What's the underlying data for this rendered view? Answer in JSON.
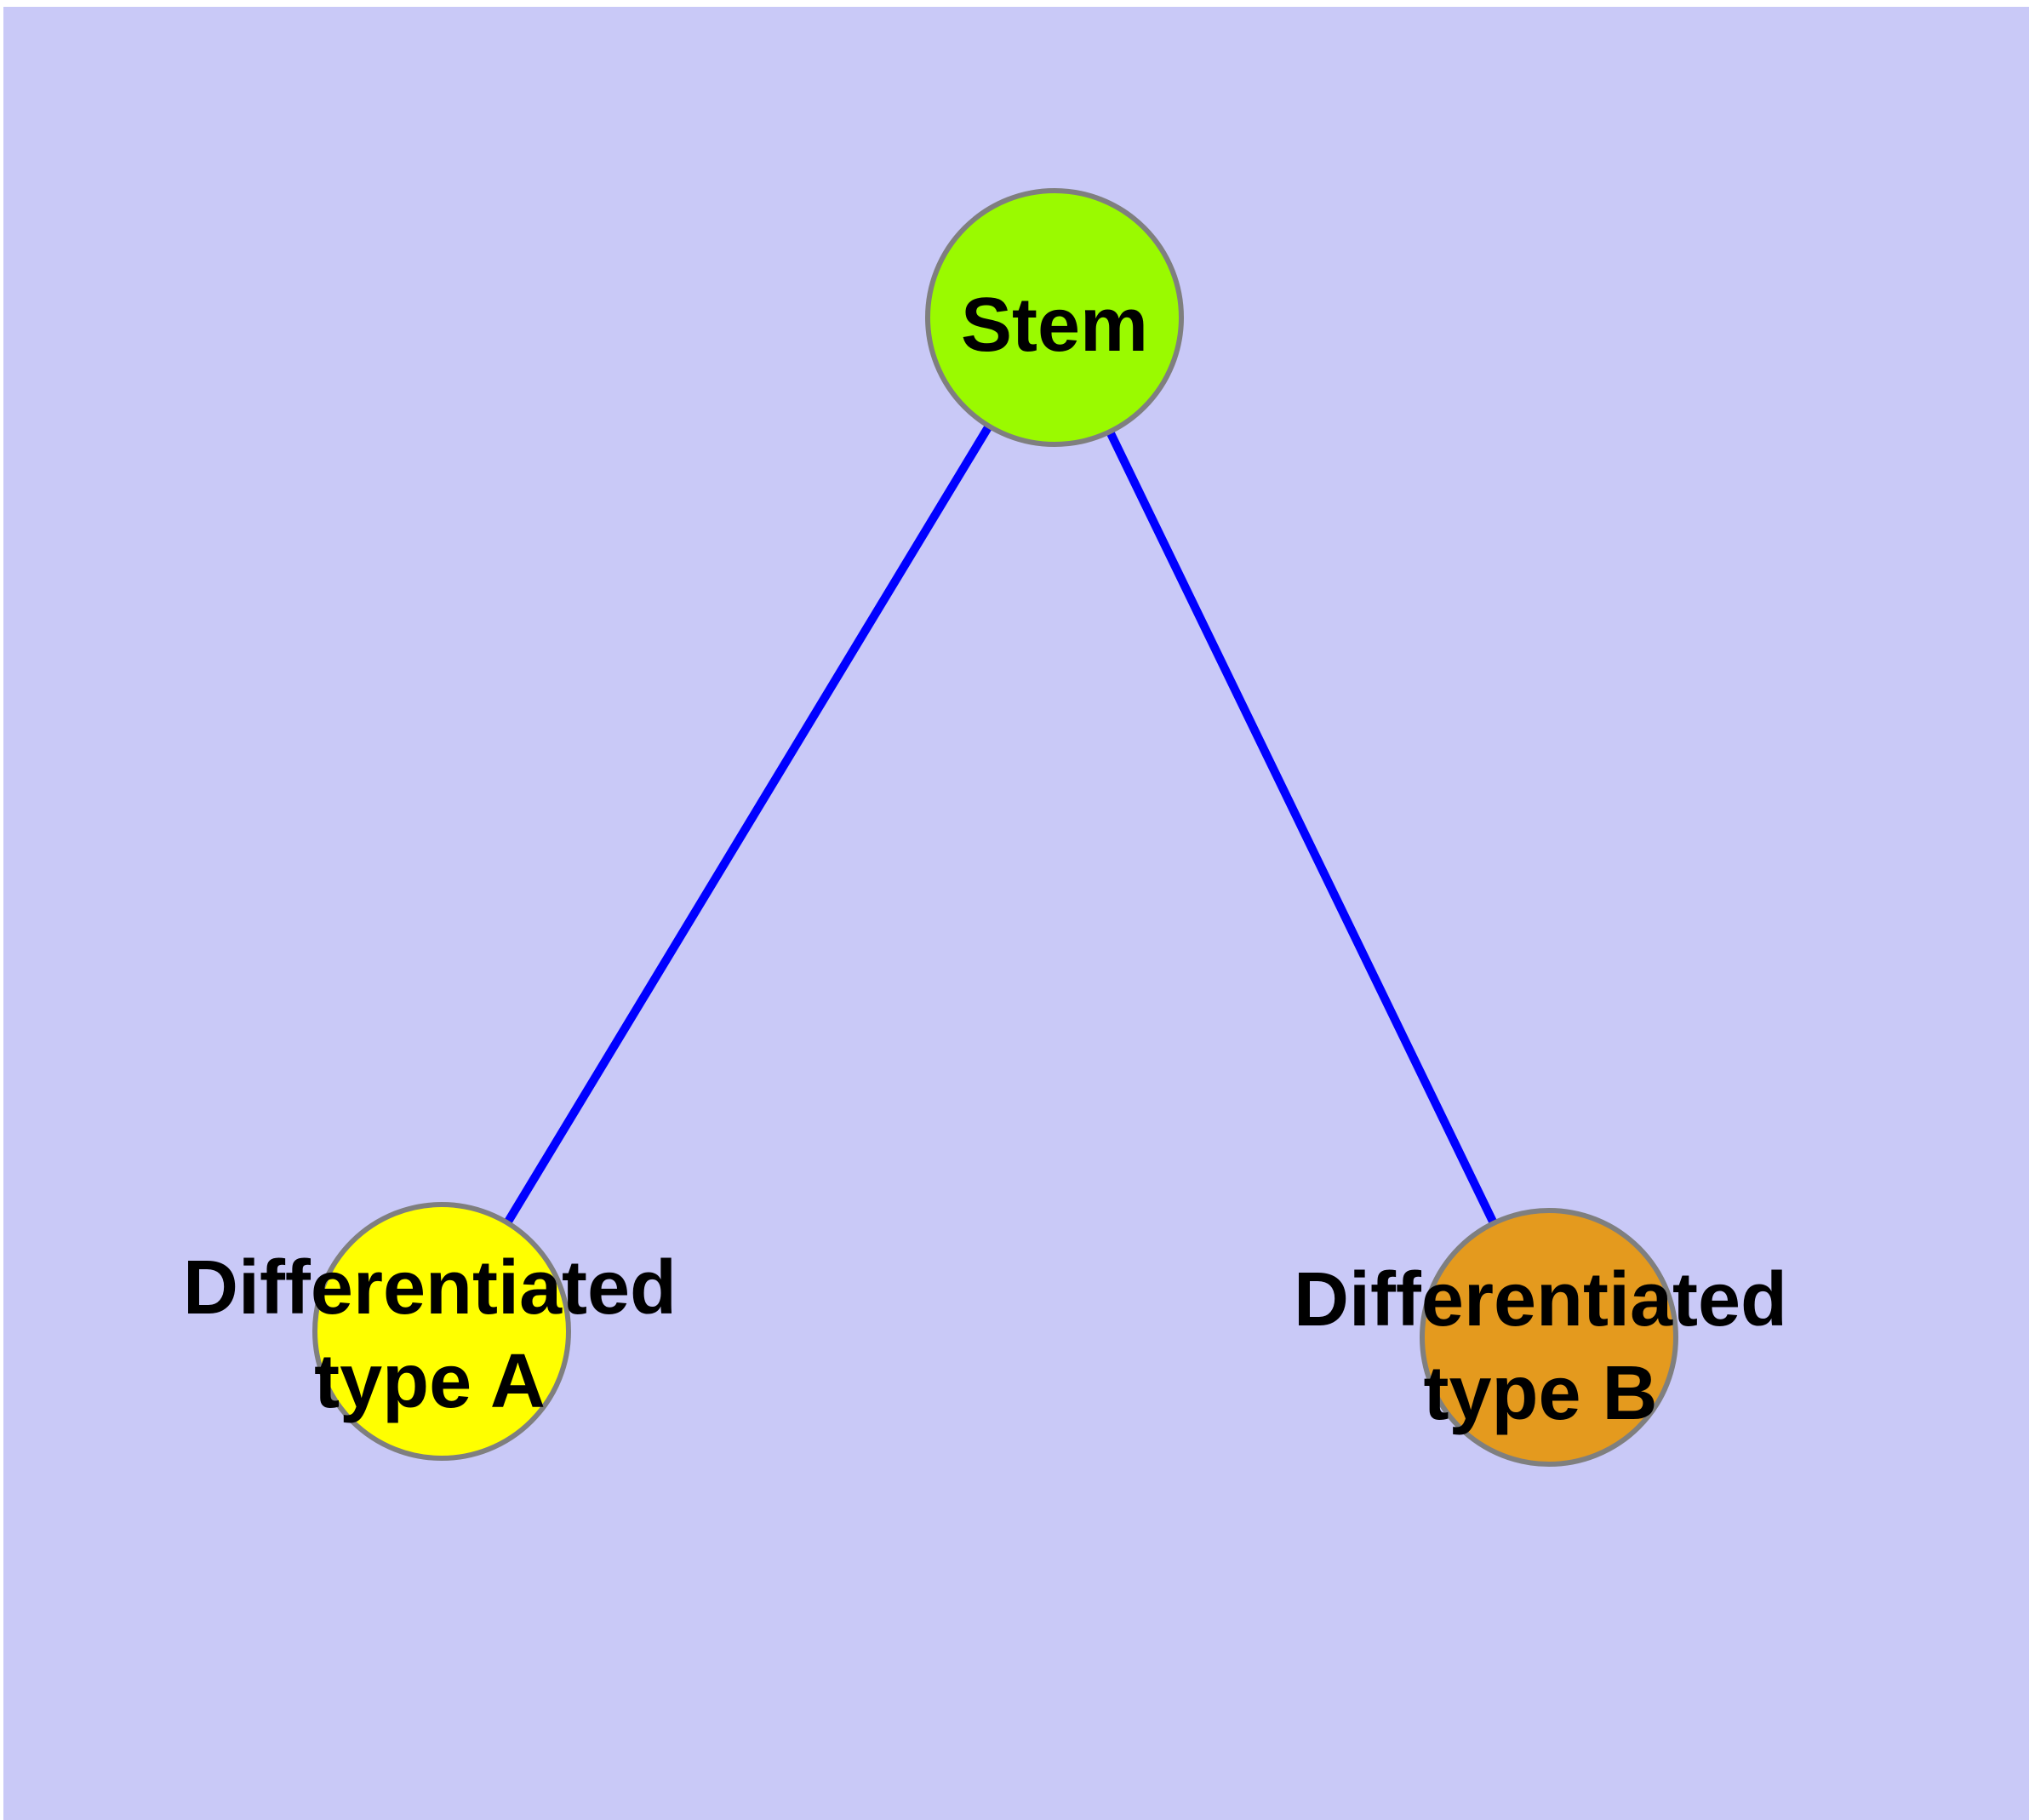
{
  "background": {
    "page_color": "#ffffff",
    "canvas_color": "#c9c9f7"
  },
  "labels": {
    "color": "#000000"
  },
  "nodes": {
    "stem": {
      "label": "Stem",
      "fill": "#9afa00",
      "border": "#7f7f7f"
    },
    "type_a": {
      "label": "Differentiated type A",
      "label_line1": "Differentiated",
      "label_line2": "type A",
      "fill": "#ffff00",
      "border": "#7f7f7f"
    },
    "type_b": {
      "label": "Differentiated type B",
      "label_line1": "Differentiated",
      "label_line2": "type B",
      "fill": "#e49a1e",
      "border": "#7f7f7f"
    }
  },
  "edges": {
    "color": "#0000ff",
    "list": [
      {
        "from": "Stem",
        "to": "Differentiated type A"
      },
      {
        "from": "Stem",
        "to": "Differentiated type B"
      }
    ]
  }
}
